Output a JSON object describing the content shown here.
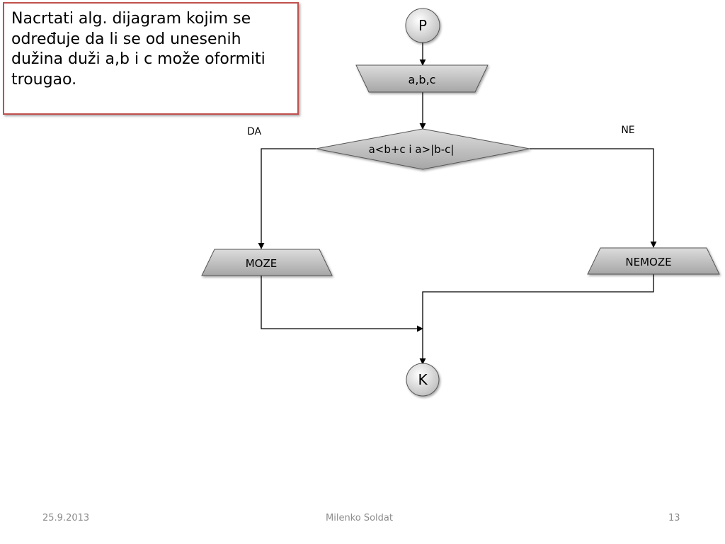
{
  "slide": {
    "task_text": "Nacrtati alg. dijagram kojim se određuje da li se od unesenih dužina duži a,b i c može oformiti trougao."
  },
  "flowchart": {
    "start_label": "P",
    "input_label": "a,b,c",
    "decision_label": "a<b+c i a>|b-c|",
    "yes_label": "DA",
    "no_label": "NE",
    "output_yes_label": "MOZE",
    "output_no_label": "NEMOZE",
    "end_label": "K"
  },
  "footer": {
    "date": "25.9.2013",
    "author": "Milenko Soldat",
    "page": "13"
  },
  "colors": {
    "task_border": "#c0504d",
    "shape_fill": "#a6a6a6",
    "terminator_fill": "#e0e0e0",
    "line": "#000000",
    "footer_text": "#8c8c8c"
  }
}
